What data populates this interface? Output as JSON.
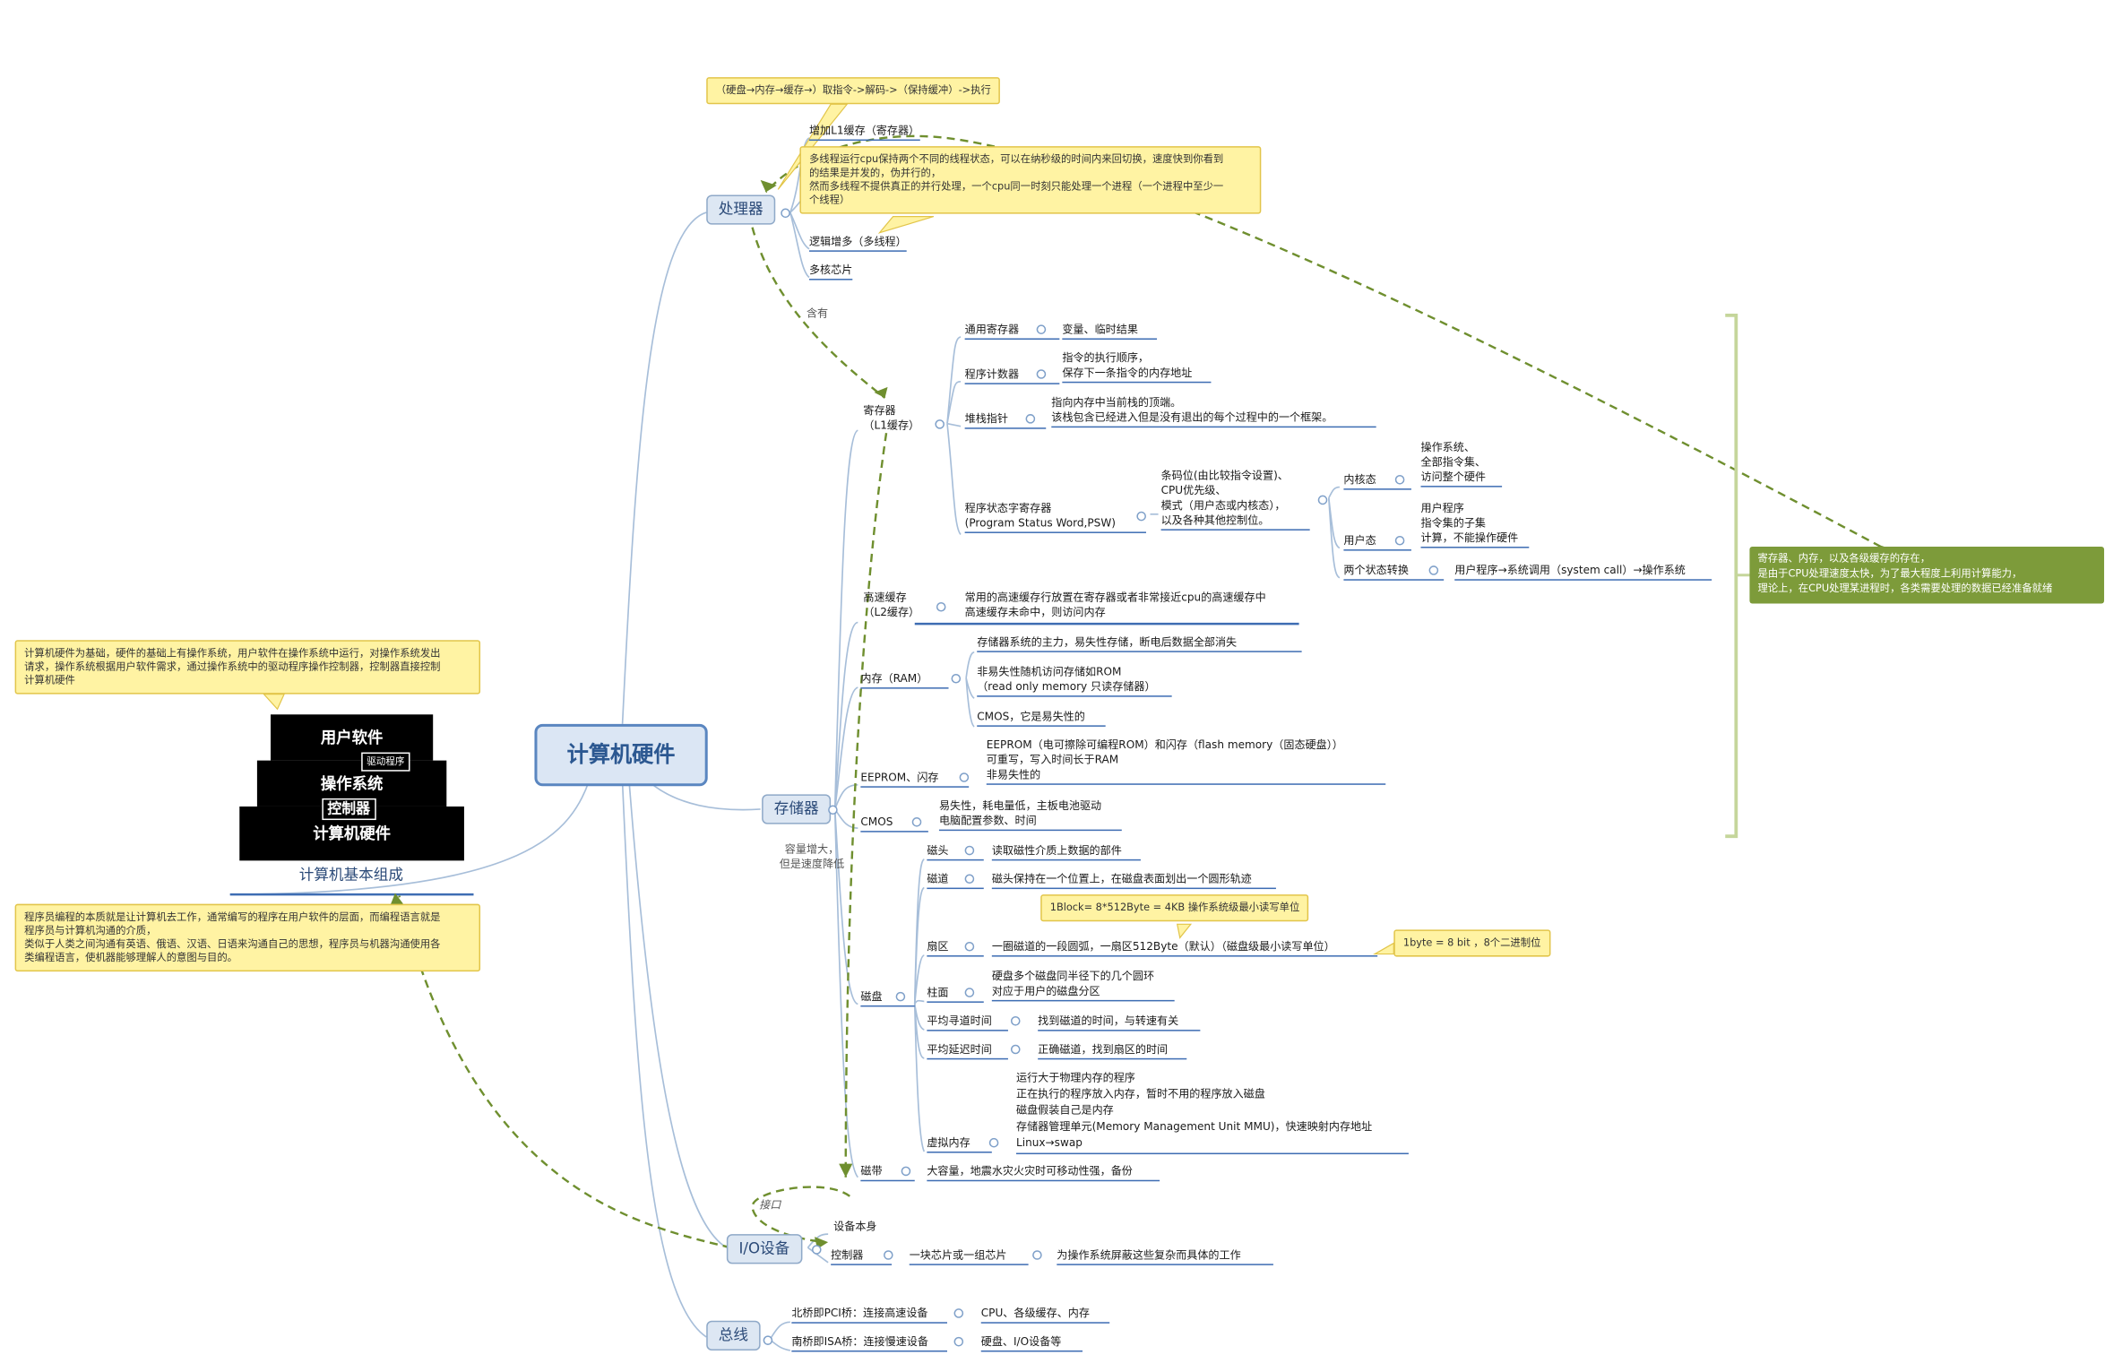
{
  "central": "计算机硬件",
  "branches": {
    "cpu": "处理器",
    "storage": "存储器",
    "io": "I/O设备",
    "bus": "总线"
  },
  "pyramid": {
    "user_software": "用户软件",
    "driver": "驱动程序",
    "os": "操作系统",
    "controller": "控制器",
    "hardware": "计算机硬件",
    "caption": "计算机基本组成"
  },
  "callouts": {
    "pipeline": "（硬盘→内存→缓存→）取指令->解码->（保持缓冲）->执行",
    "multithread": "多线程运行cpu保持两个不同的线程状态，可以在纳秒级的时间内来回切换，速度快到你看到\n的结果是并发的，伪并行的，\n然而多线程不提供真正的并行处理，一个cpu同一时刻只能处理一个进程（一个进程中至少一\n个线程）",
    "hardware_os": "计算机硬件为基础，硬件的基础上有操作系统，用户软件在操作系统中运行，对操作系统发出\n请求，操作系统根据用户软件需求，通过操作系统中的驱动程序操作控制器，控制器直接控制\n计算机硬件",
    "programmer": "程序员编程的本质就是让计算机去工作，通常编写的程序在用户软件的层面，而编程语言就是\n程序员与计算机沟通的介质，\n类似于人类之间沟通有英语、俄语、汉语、日语来沟通自己的思想，程序员与机器沟通使用各\n类编程语言，使机器能够理解人的意图与目的。",
    "block": "1Block= 8*512Byte = 4KB 操作系统级最小读写单位",
    "byte": "1byte = 8 bit ，8个二进制位",
    "green": "寄存器、内存，以及各级缓存的存在，\n是由于CPU处理速度太快，为了最大程度上利用计算能力，\n理论上，在CPU处理某进程时，各类需要处理的数据已经准备就绪"
  },
  "cpu_items": {
    "l1": "增加L1缓存（寄存器）",
    "logic": "逻辑增多（多线程）",
    "multicore": "多核芯片"
  },
  "link_labels": {
    "contains": "含有",
    "interface": "接口",
    "capacity": "容量增大，\n但是速度降低"
  },
  "registers": {
    "title": "寄存器\n（L1缓存）",
    "general": "通用寄存器",
    "general_desc": "变量、临时结果",
    "pc": "程序计数器",
    "pc_desc": "指令的执行顺序，\n保存下一条指令的内存地址",
    "sp": "堆栈指针",
    "sp_desc": "指向内存中当前栈的顶端。\n该栈包含已经进入但是没有退出的每个过程中的一个框架。",
    "psw": "程序状态字寄存器\n(Program Status Word,PSW)",
    "psw_desc": "条码位(由比较指令设置)、\nCPU优先级、\n模式（用户态或内核态），\n以及各种其他控制位。",
    "kernel": "内核态",
    "kernel_desc": "操作系统、\n全部指令集、\n访问整个硬件",
    "user": "用户态",
    "user_desc": "用户程序\n指令集的子集\n计算，不能操作硬件",
    "switch": "两个状态转换",
    "switch_desc": "用户程序→系统调用（system call）→操作系统"
  },
  "cache": {
    "title": "高速缓存\n（L2缓存）",
    "desc": "常用的高速缓存行放置在寄存器或者非常接近cpu的高速缓存中\n高速缓存未命中，则访问内存"
  },
  "ram": {
    "title": "内存（RAM）",
    "a": "存储器系统的主力，易失性存储，断电后数据全部消失",
    "b": "非易失性随机访问存储如ROM\n（read only memory 只读存储器）",
    "c": "CMOS，它是易失性的"
  },
  "eeprom": {
    "title": "EEPROM、闪存",
    "desc": "EEPROM（电可擦除可编程ROM）和闪存（flash memory（固态硬盘））\n可重写，写入时间长于RAM\n非易失性的"
  },
  "cmos": {
    "title": "CMOS",
    "desc": "易失性，耗电量低，主板电池驱动\n电脑配置参数、时间"
  },
  "disk": {
    "title": "磁盘",
    "head": "磁头",
    "head_desc": "读取磁性介质上数据的部件",
    "track": "磁道",
    "track_desc": "磁头保持在一个位置上，在磁盘表面划出一个圆形轨迹",
    "sector": "扇区",
    "sector_desc": "一圈磁道的一段圆弧，一扇区512Byte（默认）（磁盘级最小读写单位）",
    "cylinder": "柱面",
    "cylinder_desc": "硬盘多个磁盘同半径下的几个圆环\n对应于用户的磁盘分区",
    "seek": "平均寻道时间",
    "seek_desc": "找到磁道的时间，与转速有关",
    "latency": "平均延迟时间",
    "latency_desc": "正确磁道，找到扇区的时间",
    "vm": "虚拟内存",
    "vm_desc": "运行大于物理内存的程序\n正在执行的程序放入内存，暂时不用的程序放入磁盘\n磁盘假装自己是内存\n存储器管理单元(Memory Management Unit MMU)，快速映射内存地址\nLinux→swap"
  },
  "tape": {
    "title": "磁带",
    "desc": "大容量，地震水灾火灾时可移动性强，备份"
  },
  "io": {
    "device": "设备本身",
    "controller": "控制器",
    "controller_desc": "一块芯片或一组芯片",
    "controller_desc2": "为操作系统屏蔽这些复杂而具体的工作"
  },
  "bus": {
    "north": "北桥即PCI桥：连接高速设备",
    "north_desc": "CPU、各级缓存、内存",
    "south": "南桥即ISA桥：连接慢速设备",
    "south_desc": "硬盘、I/O设备等"
  },
  "colors": {
    "line": "#3e6db3",
    "branch_line": "#a7bed9",
    "dashed": "#6f8f2f",
    "callout": "#fff3a3",
    "green_box": "#7d9b3a",
    "bracket": "#c5d69b"
  }
}
